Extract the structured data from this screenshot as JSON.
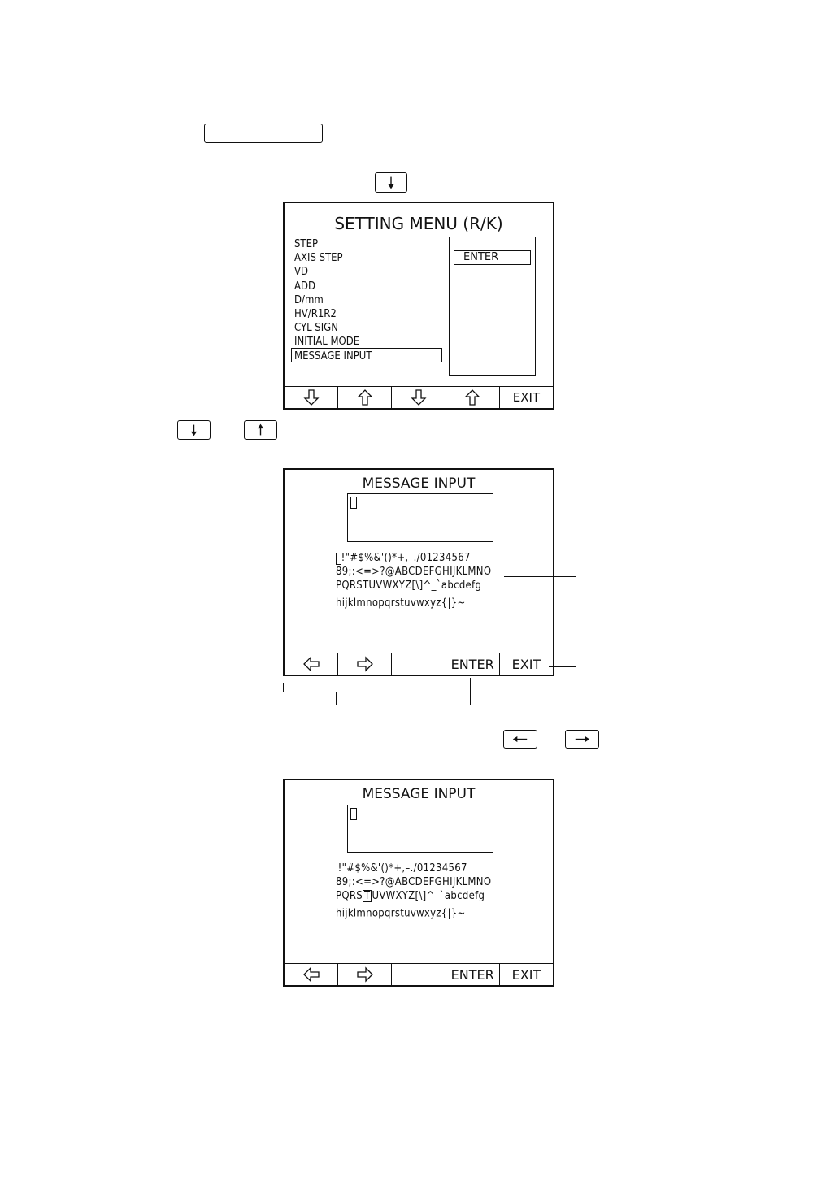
{
  "setting_menu": {
    "title": "SETTING MENU (R/K)",
    "items": [
      "STEP",
      "AXIS STEP",
      "VD",
      "ADD",
      "D/mm",
      "HV/R1R2",
      "CYL SIGN",
      "INITIAL MODE",
      "MESSAGE INPUT"
    ],
    "selected": "MESSAGE INPUT",
    "enter_label": "ENTER",
    "function_keys": [
      "down-arrow-icon",
      "up-arrow-icon",
      "down-arrow-icon",
      "up-arrow-icon",
      "EXIT"
    ]
  },
  "message_input_1": {
    "title": "MESSAGE INPUT",
    "charset_rows": [
      "!\"#$%&'()*+,–./01234567",
      "89;:<=>?@ABCDEFGHIJKLMNO",
      "PQRSTUVWXYZ[\\]^_`abcdefg",
      "hijklmnopqrstuvwxyz{|}~"
    ],
    "function_keys": [
      "left-arrow-icon",
      "right-arrow-icon",
      "",
      "ENTER",
      "EXIT"
    ]
  },
  "message_input_2": {
    "title": "MESSAGE INPUT",
    "charset_rows": [
      "!\"#$%&'()*+,–./01234567",
      "89;:<=>?@ABCDEFGHIJKLMNO",
      "PQRS",
      "T",
      "UVWXYZ[\\]^_`abcdefg",
      "hijklmnopqrstuvwxyz{|}~"
    ],
    "function_keys": [
      "left-arrow-icon",
      "right-arrow-icon",
      "",
      "ENTER",
      "EXIT"
    ]
  },
  "keys": {
    "down": "down-arrow-icon",
    "up": "up-arrow-icon",
    "left": "left-arrow-icon",
    "right": "right-arrow-icon"
  }
}
